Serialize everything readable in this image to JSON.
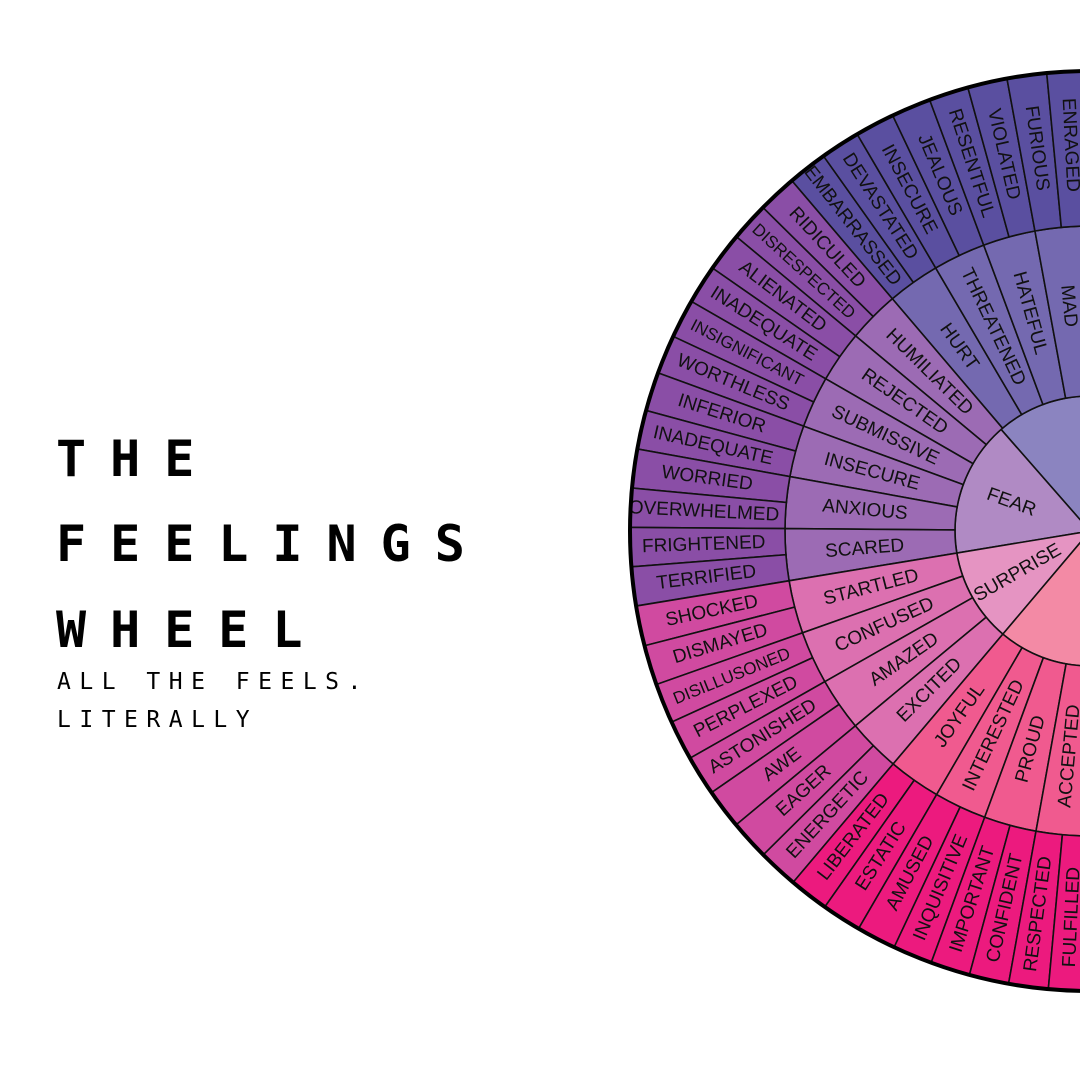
{
  "title": {
    "line1": "THE",
    "line2": "FEELINGS",
    "line3": "WHEEL"
  },
  "subtitle": {
    "line1": "ALL THE FEELS.",
    "line2": "LITERALLY"
  },
  "wheel": {
    "border_color": "#000000",
    "groups": [
      {
        "id": "mad",
        "core": "",
        "colors": {
          "core": "#8b84c0",
          "middle": "#7469b0",
          "outer": "#5a4fa0"
        },
        "feelings": [
          {
            "label": "HURT",
            "outer": [
              "EMBARRASSED",
              "DEVASTATED"
            ]
          },
          {
            "label": "THREATENED",
            "outer": [
              "INSECURE",
              "JEALOUS"
            ]
          },
          {
            "label": "HATEFUL",
            "outer": [
              "RESENTFUL",
              "VIOLATED"
            ]
          },
          {
            "label": "MAD",
            "outer": [
              "FURIOUS",
              "ENRAGED"
            ]
          }
        ]
      },
      {
        "id": "fear",
        "core": "FEAR",
        "colors": {
          "core": "#b08ac4",
          "middle": "#9c6bb4",
          "outer": "#8a4ea6"
        },
        "feelings": [
          {
            "label": "HUMILIATED",
            "outer": [
              "RIDICULED",
              "DISRESPECTED"
            ]
          },
          {
            "label": "REJECTED",
            "outer": [
              "ALIENATED",
              "INADEQUATE"
            ]
          },
          {
            "label": "SUBMISSIVE",
            "outer": [
              "INSIGNIFICANT",
              "WORTHLESS"
            ]
          },
          {
            "label": "INSECURE",
            "outer": [
              "INFERIOR",
              "INADEQUATE"
            ]
          },
          {
            "label": "ANXIOUS",
            "outer": [
              "WORRIED",
              "OVERWHELMED"
            ]
          },
          {
            "label": "SCARED",
            "outer": [
              "FRIGHTENED",
              "TERRIFIED"
            ]
          }
        ]
      },
      {
        "id": "surprise",
        "core": "SURPRISE",
        "colors": {
          "core": "#e594c2",
          "middle": "#dc70b0",
          "outer": "#d04aa0"
        },
        "feelings": [
          {
            "label": "STARTLED",
            "outer": [
              "SHOCKED",
              "DISMAYED"
            ]
          },
          {
            "label": "CONFUSED",
            "outer": [
              "DISILLUSONED",
              "PERPLEXED"
            ]
          },
          {
            "label": "AMAZED",
            "outer": [
              "ASTONISHED",
              "AWE"
            ]
          },
          {
            "label": "EXCITED",
            "outer": [
              "EAGER",
              "ENERGETIC"
            ]
          }
        ]
      },
      {
        "id": "happy",
        "core": "",
        "colors": {
          "core": "#f38aa5",
          "middle": "#f05a8f",
          "outer": "#ec1a7e"
        },
        "feelings": [
          {
            "label": "JOYFUL",
            "outer": [
              "LIBERATED",
              "ESTATIC"
            ]
          },
          {
            "label": "INTERESTED",
            "outer": [
              "AMUSED",
              "INQUISITIVE"
            ]
          },
          {
            "label": "PROUD",
            "outer": [
              "IMPORTANT",
              "CONFIDENT"
            ]
          },
          {
            "label": "ACCEPTED",
            "outer": [
              "RESPECTED",
              "FULFILLED"
            ]
          }
        ]
      }
    ]
  }
}
